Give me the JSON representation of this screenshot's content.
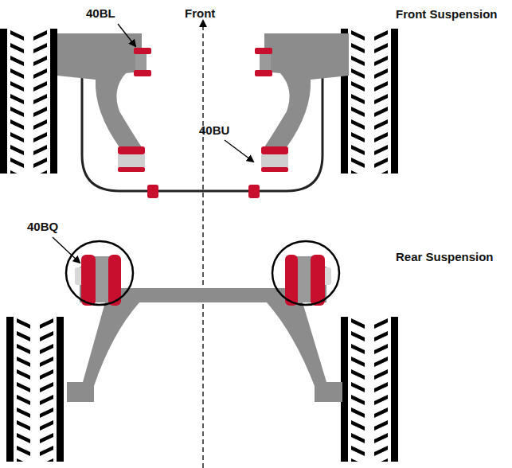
{
  "diagram": {
    "labels": [
      "40BL",
      "Front",
      "Front Suspension",
      "40BU",
      "40BQ",
      "Rear Suspension"
    ]
  }
}
